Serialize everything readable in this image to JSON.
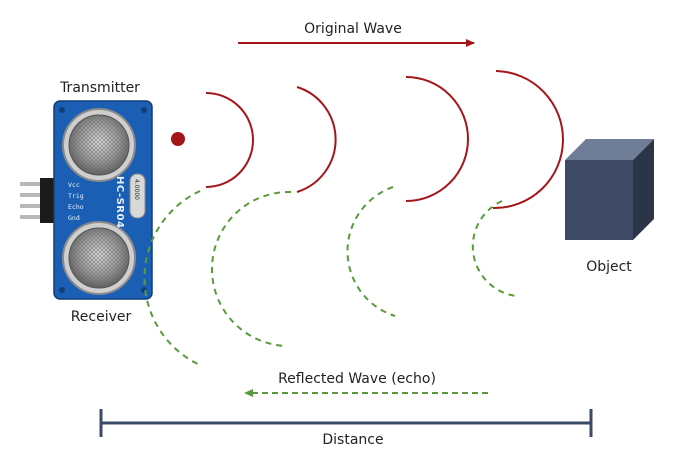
{
  "labels": {
    "original_wave": "Original Wave",
    "transmitter": "Transmitter",
    "receiver": "Receiver",
    "object": "Object",
    "reflected_wave": "Reflected Wave (echo)",
    "distance": "Distance"
  },
  "sensor": {
    "model": "HC-SR04",
    "pins": [
      "Vcc",
      "Trig",
      "Echo",
      "Gnd"
    ],
    "crystal": "4.0000"
  },
  "colors": {
    "original_wave": "#a4161a",
    "reflected_wave": "#5a9a3c",
    "distance_bar": "#3b4a66",
    "board": "#1a5fb4",
    "object_front": "#3e4a63",
    "object_top": "#6f7d97",
    "object_side": "#2c3548",
    "text": "#222222"
  },
  "icons": {
    "transmitter_dot": "pulse-dot-icon",
    "sensor": "ultrasonic-sensor-icon",
    "object": "cube-icon"
  }
}
